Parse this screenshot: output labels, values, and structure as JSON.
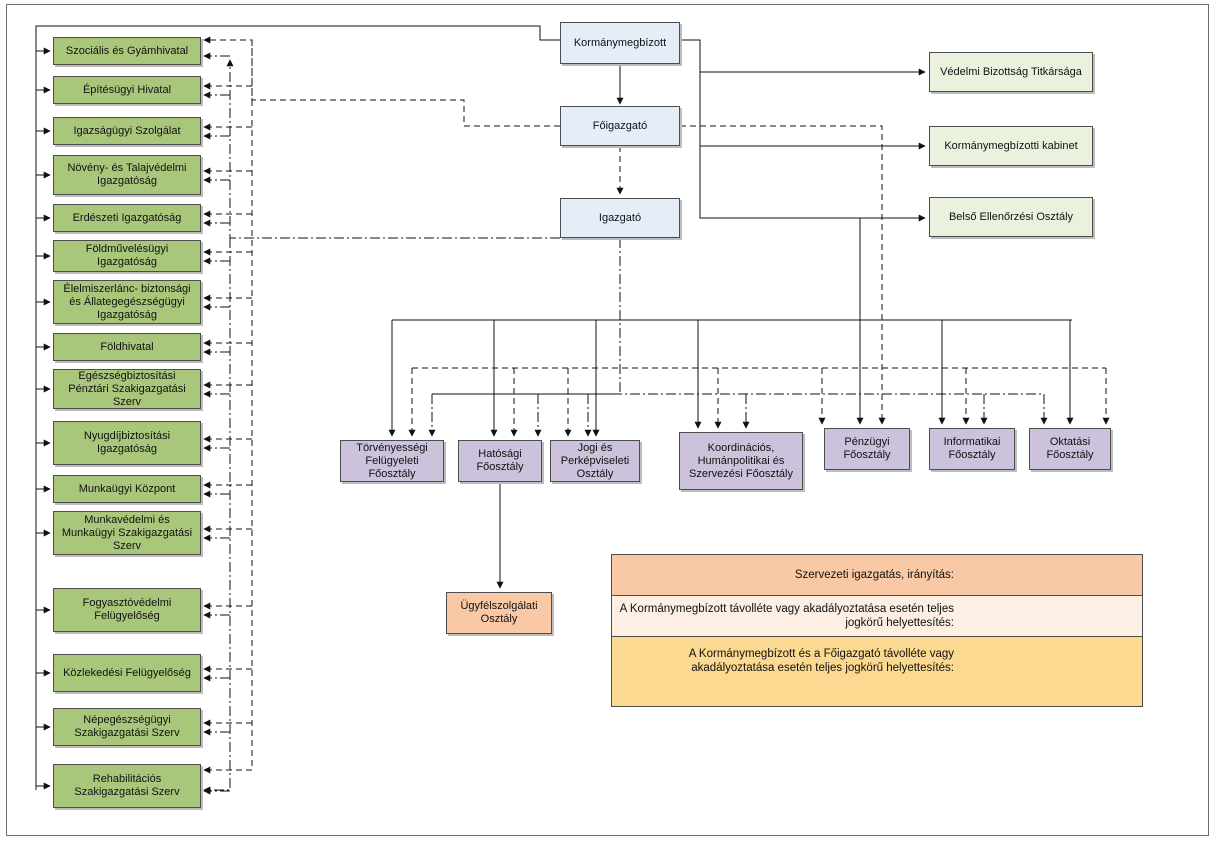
{
  "top": {
    "kormanymegbizott": "Kormánymegbízott",
    "foigazgato": "Főigazgató",
    "igazgato": "Igazgató"
  },
  "right_units": [
    "Védelmi Bizottság Titkársága",
    "Kormánymegbízotti kabinet",
    "Belső Ellenőrzési Osztály"
  ],
  "left_offices": [
    "Szociális és Gyámhivatal",
    "Építésügyi Hivatal",
    "Igazságügyi Szolgálat",
    "Növény- és Talajvédelmi Igazgatóság",
    "Erdészeti Igazgatóság",
    "Földművelésügyi Igazgatóság",
    "Élelmiszerlánc- biztonsági és Állategegészségügyi Igazgatóság",
    "Földhivatal",
    "Egészségbiztosítási Pénztári Szakigazgatási Szerv",
    "Nyugdíjbiztosítási Igazgatóság",
    "Munkaügyi Központ",
    "Munkavédelmi és Munkaügyi Szakigazgatási Szerv",
    "Fogyasztóvédelmi Felügyelőség",
    "Közlekedési Felügyelőség",
    "Népegészségügyi Szakigazgatási Szerv",
    "Rehabilitációs Szakigazgatási Szerv"
  ],
  "departments": [
    "Törvényességi Felügyeleti Főosztály",
    "Hatósági Főosztály",
    "Jogi és Perképviseleti Osztály",
    "Koordinációs, Humánpolitikai és Szervezési Főosztály",
    "Pénzügyi Főosztály",
    "Informatikai Főosztály",
    "Oktatási Főosztály"
  ],
  "sub_department": "Ügyfélszolgálati Osztály",
  "legend": [
    {
      "text": "Szervezeti igazgatás, irányítás:",
      "color": "#f8c9a4",
      "style": "solid"
    },
    {
      "text": "A Kormánymegbízott távolléte vagy akadályoztatása esetén teljes jogkörű helyettesítés:",
      "color": "#fdefe3",
      "style": "dashed"
    },
    {
      "text": "A Kormánymegbízott és a Főigazgató távolléte vagy akadályoztatása esetén teljes jogkörű helyettesítés:",
      "color": "#fbd990",
      "style": "dashdot"
    }
  ],
  "colors": {
    "left_office": "#a9c77a",
    "top_box": "#e4edf8",
    "right_unit": "#eaf1dc",
    "department": "#cdc2db",
    "sub_department": "#f8c9a4"
  }
}
